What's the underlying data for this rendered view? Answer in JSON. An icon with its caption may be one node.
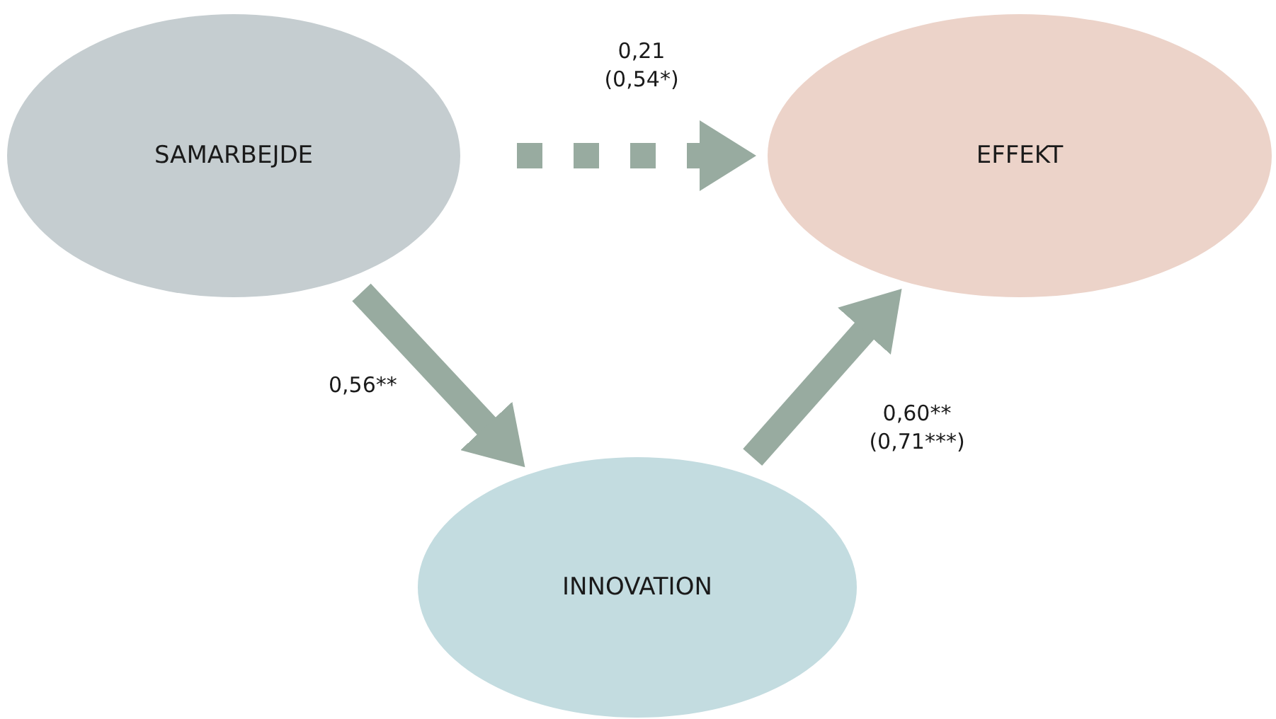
{
  "diagram": {
    "nodes": [
      {
        "text": [
          "SAMARBEJDE"
        ]
      },
      {
        "text": [
          "EFFEKT"
        ]
      },
      {
        "text": [
          "INNOVATION"
        ]
      }
    ],
    "edges": [
      {
        "from": 0,
        "to": 1,
        "arrow": "to",
        "label": "0,21 (0,54*)",
        "style": "dashed"
      },
      {
        "from": 0,
        "to": 2,
        "arrow": "to",
        "label": "0,56**"
      },
      {
        "from": 2,
        "to": 1,
        "arrow": "to",
        "label": "0,60** (0,71***)"
      }
    ]
  }
}
